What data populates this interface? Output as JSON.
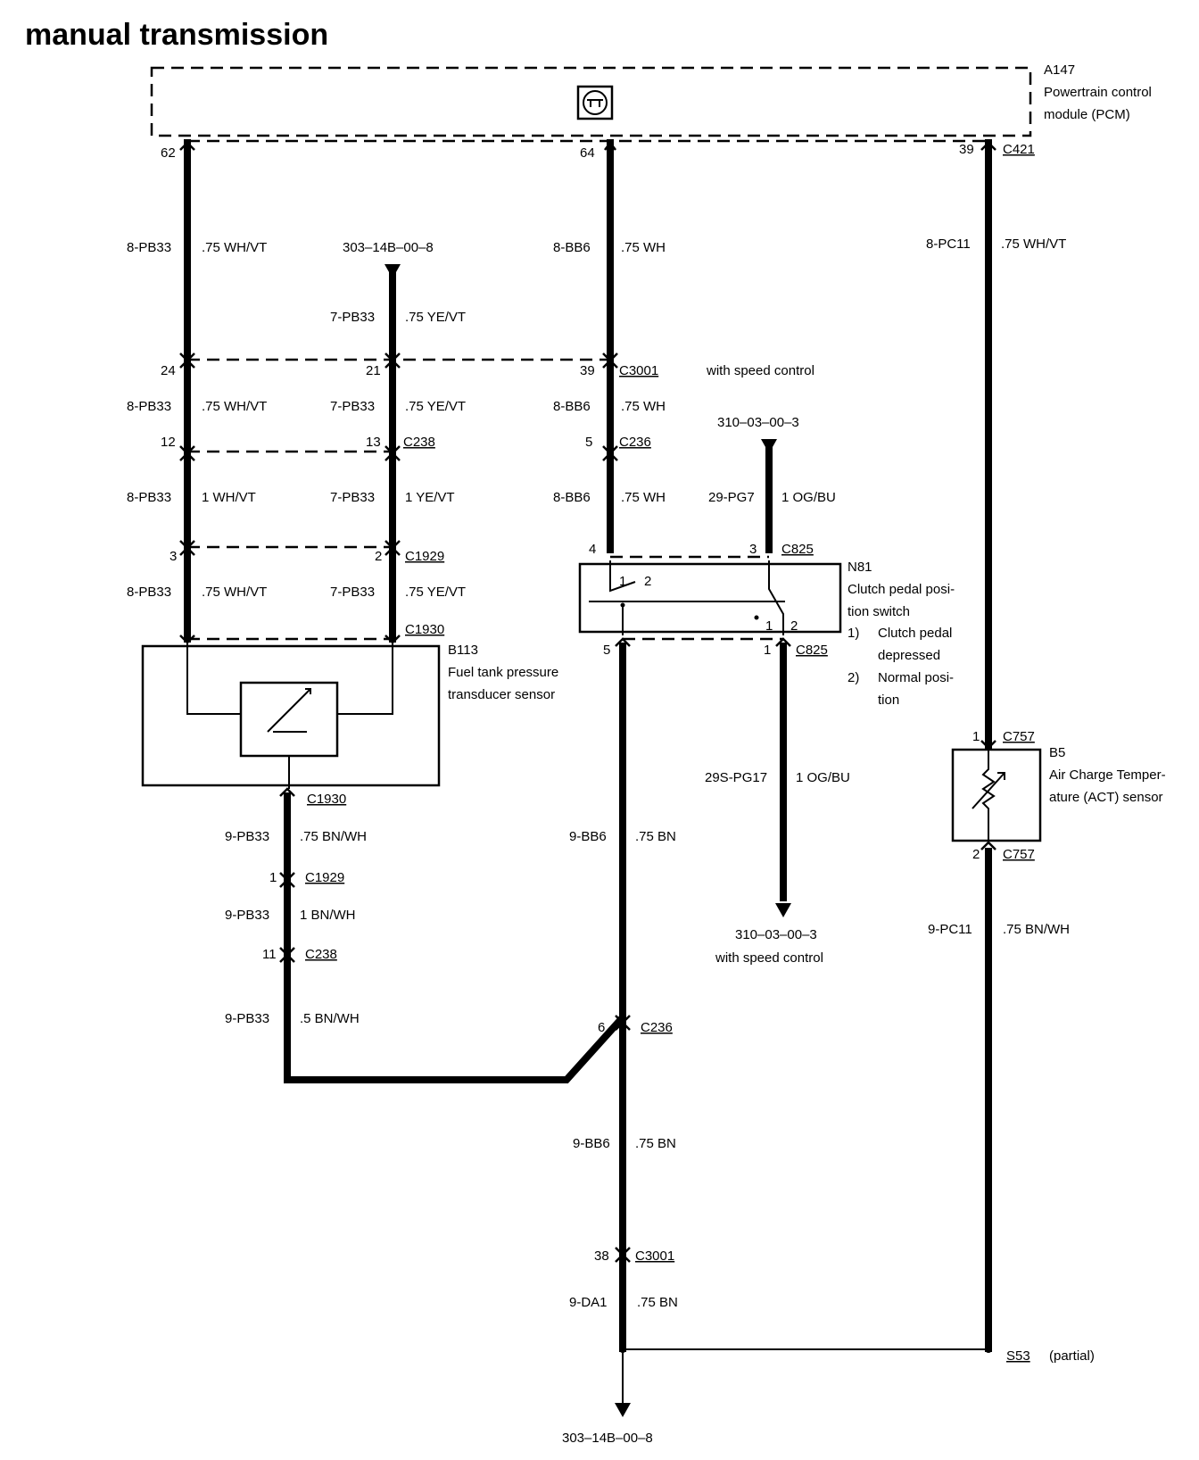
{
  "title": "manual transmission",
  "pcm": {
    "id": "A147",
    "line1": "Powertrain control",
    "line2": "module (PCM)"
  },
  "pins": {
    "p62": "62",
    "p64": "64",
    "p39": "39",
    "c421": "C421",
    "p24": "24",
    "p21": "21",
    "p39b": "39",
    "c3001": "C3001",
    "with_speed": "with speed control",
    "p12": "12",
    "p13": "13",
    "c238": "C238",
    "p5": "5",
    "c236": "C236",
    "p3": "3",
    "p2": "2",
    "c1929": "C1929",
    "p4": "4",
    "p3b": "3",
    "c825": "C825",
    "c1930": "C1930",
    "p5b": "5",
    "p1b": "1",
    "c825b": "C825",
    "c1930b": "C1930",
    "p1c": "1",
    "c1929b": "C1929",
    "p11": "11",
    "c238b": "C238",
    "p6": "6",
    "c236b": "C236",
    "p38": "38",
    "c3001b": "C3001",
    "p1d": "1",
    "c757": "C757",
    "p2d": "2",
    "c757b": "C757",
    "s53": "S53",
    "partial": "(partial)"
  },
  "wires": {
    "w1": "8-PB33",
    "w1c": ".75 WH/VT",
    "ref1": "303–14B–00–8",
    "w2": "8-BB6",
    "w2c": ".75 WH",
    "w3": "8-PC11",
    "w3c": ".75 WH/VT",
    "w4": "7-PB33",
    "w4c": ".75 YE/VT",
    "w5": "8-PB33",
    "w5c": ".75 WH/VT",
    "w6": "7-PB33",
    "w6c": ".75 YE/VT",
    "w7": "8-BB6",
    "w7c": ".75 WH",
    "ref2": "310–03–00–3",
    "w8": "8-PB33",
    "w8c": "1 WH/VT",
    "w9": "7-PB33",
    "w9c": "1 YE/VT",
    "w10": "8-BB6",
    "w10c": ".75 WH",
    "w11": "29-PG7",
    "w11c": "1 OG/BU",
    "w12": "8-PB33",
    "w12c": ".75 WH/VT",
    "w13": "7-PB33",
    "w13c": ".75 YE/VT",
    "w14": "29S-PG17",
    "w14c": "1 OG/BU",
    "w15": "9-PB33",
    "w15c": ".75 BN/WH",
    "w16": "9-BB6",
    "w16c": ".75 BN",
    "w17": "9-PB33",
    "w17c": "1 BN/WH",
    "w18": "9-PC11",
    "w18c": ".75 BN/WH",
    "ref3": "310–03–00–3",
    "ref3b": "with speed control",
    "w19": "9-PB33",
    "w19c": ".5 BN/WH",
    "w20": "9-BB6",
    "w20c": ".75 BN",
    "w21": "9-DA1",
    "w21c": ".75 BN",
    "ref4": "303–14B–00–8"
  },
  "components": {
    "n81": {
      "id": "N81",
      "l1": "Clutch pedal posi-",
      "l2": "tion switch",
      "n1": "1)",
      "t1a": "Clutch pedal",
      "t1b": "depressed",
      "n2": "2)",
      "t2a": "Normal posi-",
      "t2b": "tion",
      "s1": "1",
      "s2": "2",
      "s3": "1",
      "s4": "2"
    },
    "b113": {
      "id": "B113",
      "l1": "Fuel tank pressure",
      "l2": "transducer sensor"
    },
    "b5": {
      "id": "B5",
      "l1": "Air Charge Temper-",
      "l2": "ature (ACT) sensor"
    }
  }
}
